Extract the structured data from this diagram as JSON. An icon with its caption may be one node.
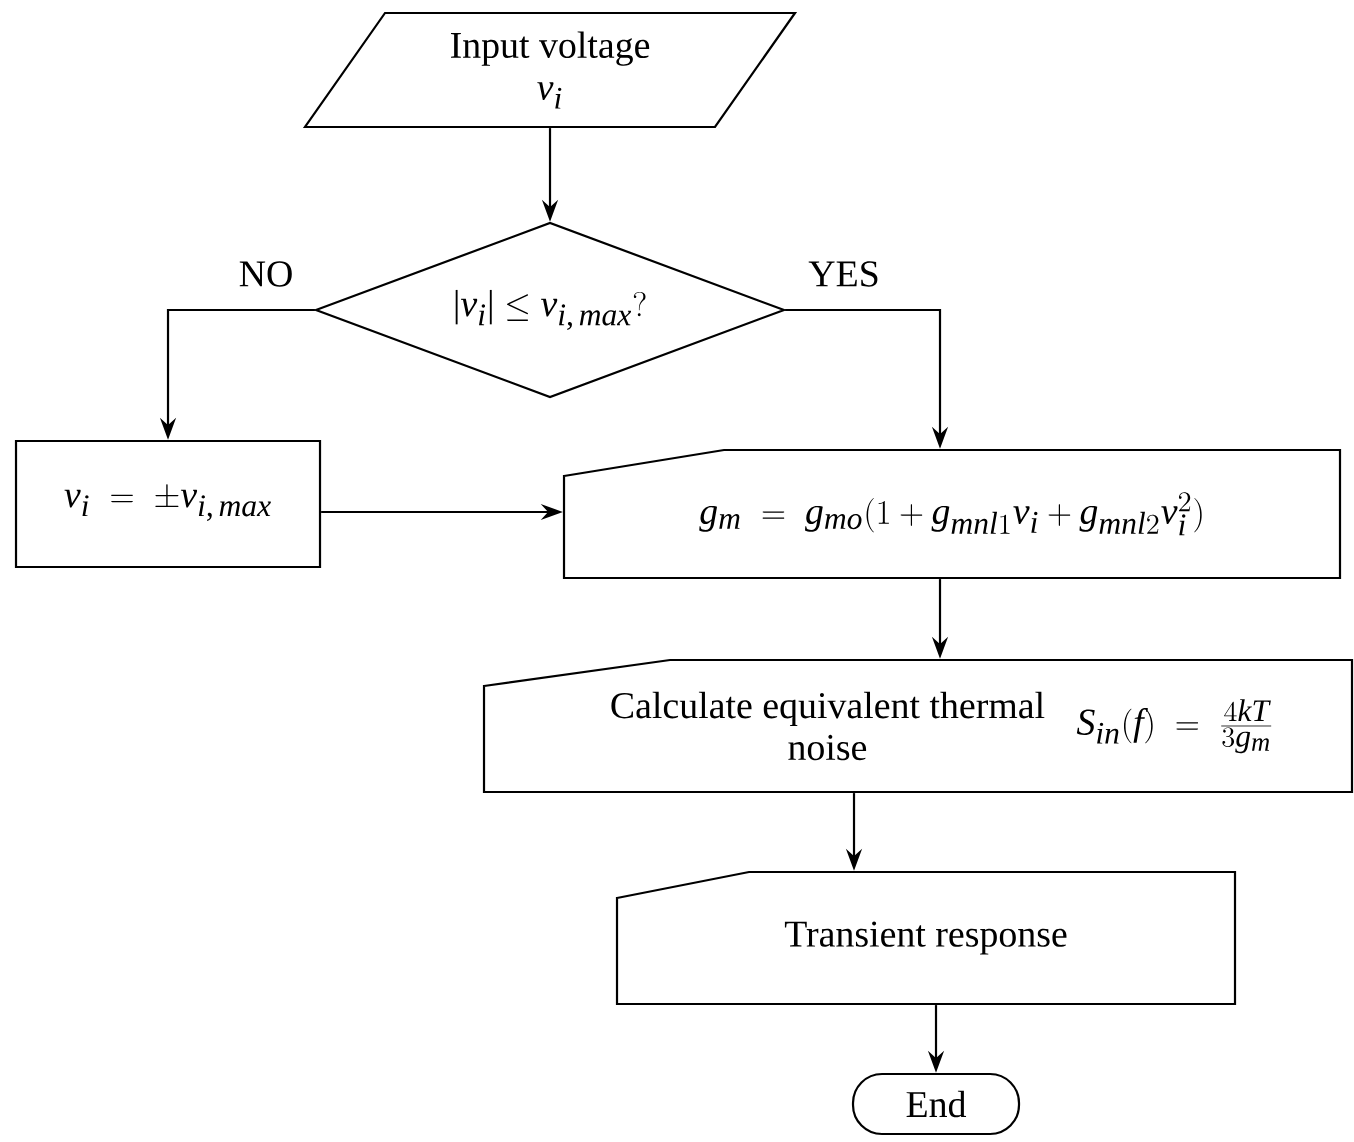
{
  "diagram": {
    "nodes": [
      {
        "text": [
          "Input voltage",
          "v_i"
        ]
      },
      {
        "text": [
          "|v_i| \\le v_{i,\\,max}?"
        ]
      },
      {
        "text": [
          "v_i \\;=\\; \\pm v_{i,\\,max}"
        ]
      },
      {
        "text": [
          "g_m \\;=\\; g_{mo}(1 + g_{mnl1} v_i + g_{mnl2} v_i^2)"
        ]
      },
      {
        "text": [
          "Calculate equivalent thermal noise",
          "S_{in}(f) \\;=\\; \\frac{4kT}{3g_m}"
        ]
      },
      {
        "text": [
          "Transient response"
        ]
      },
      {
        "text": [
          "End"
        ]
      }
    ],
    "edges": [
      {
        "from": 0,
        "to": 1,
        "arrow": "to"
      },
      {
        "from": 1,
        "to": 2,
        "arrow": "to",
        "label": "NO"
      },
      {
        "from": 1,
        "to": 3,
        "arrow": "to",
        "label": "YES"
      },
      {
        "from": 2,
        "to": 3,
        "arrow": "to"
      },
      {
        "from": 3,
        "to": 4,
        "arrow": "to"
      },
      {
        "from": 4,
        "to": 5,
        "arrow": "to"
      },
      {
        "from": 5,
        "to": 6,
        "arrow": "to"
      }
    ]
  }
}
